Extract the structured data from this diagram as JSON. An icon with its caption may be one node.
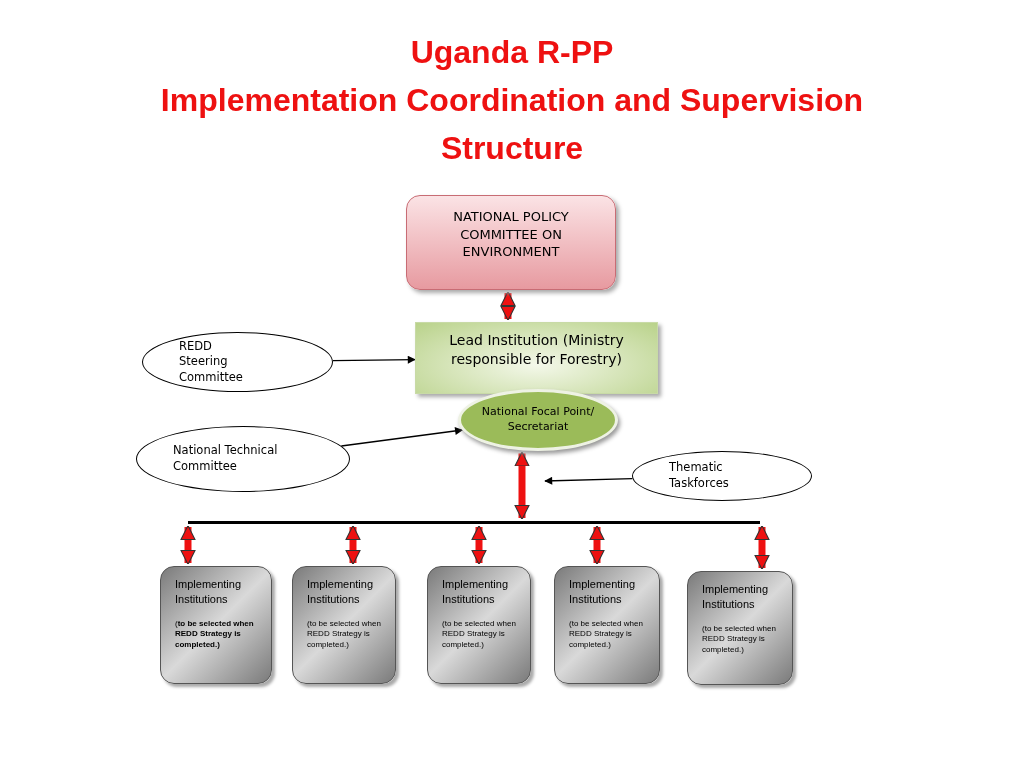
{
  "diagram": {
    "title": "Uganda R-PP",
    "labels": [
      "Implementation Coordination and Supervision Structure"
    ],
    "nodes": [
      {
        "text": [
          "NATIONAL POLICY COMMITTEE ON ENVIRONMENT"
        ]
      },
      {
        "text": [
          "Lead Institution (Ministry responsible for Forestry)"
        ]
      },
      {
        "text": [
          "National Focal Point/ Secretariat"
        ]
      },
      {
        "text": [
          "REDD Steering Committee"
        ]
      },
      {
        "text": [
          "National Technical Committee"
        ]
      },
      {
        "text": [
          "Thematic Taskforces"
        ]
      },
      {
        "text": [],
        "shape": "bar"
      },
      {
        "text": [
          "Implementing Institutions",
          "(**to be selected when REDD Strategy is completed.)**"
        ]
      },
      {
        "text": [
          "Implementing Institutions",
          "(to be selected when REDD Strategy is completed.)"
        ]
      },
      {
        "text": [
          "Implementing Institutions",
          "(to be selected when REDD Strategy is completed.)"
        ]
      },
      {
        "text": [
          "Implementing Institutions",
          "(to be selected when REDD Strategy is completed.)"
        ]
      },
      {
        "text": [
          "Implementing Institutions",
          "(to be selected when REDD Strategy is completed.)"
        ]
      }
    ],
    "edges": [
      {
        "from": 0,
        "to": 1,
        "arrow": "both"
      },
      {
        "from": 3,
        "to": 1,
        "arrow": "to",
        "color": "#000000"
      },
      {
        "from": 4,
        "to": 2,
        "arrow": "to",
        "color": "#000000"
      },
      {
        "from": 2,
        "to": 6,
        "arrow": "both"
      },
      {
        "from": 5,
        "to": null,
        "arrow": "to",
        "color": "#000000"
      },
      {
        "from": 6,
        "to": 7,
        "arrow": "both"
      },
      {
        "from": 6,
        "to": 8,
        "arrow": "both"
      },
      {
        "from": 6,
        "to": 9,
        "arrow": "both"
      },
      {
        "from": 6,
        "to": 10,
        "arrow": "both"
      },
      {
        "from": 6,
        "to": 11,
        "arrow": "both"
      }
    ]
  }
}
